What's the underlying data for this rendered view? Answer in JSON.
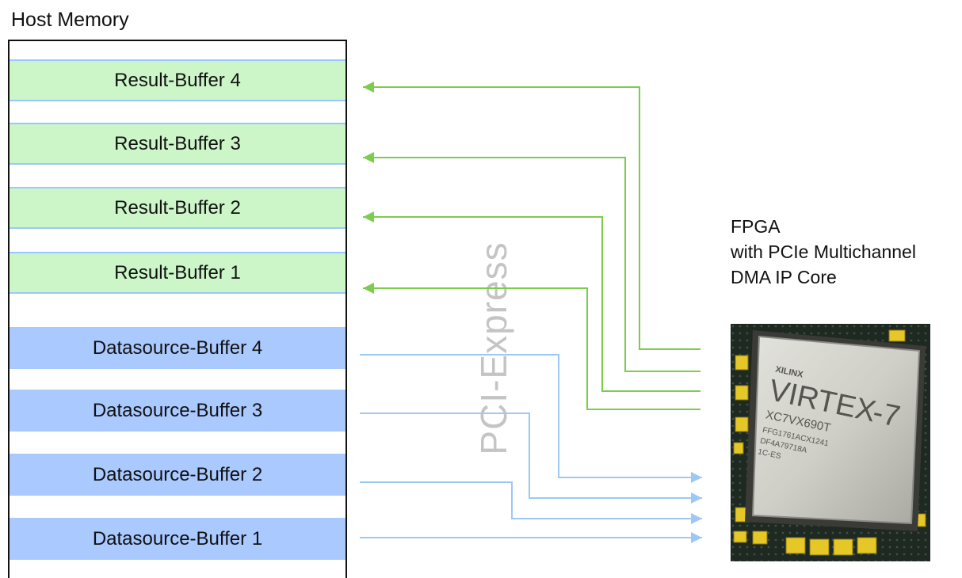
{
  "host_memory": {
    "title": "Host Memory",
    "result_buffers": [
      {
        "label": "Result-Buffer 4"
      },
      {
        "label": "Result-Buffer 3"
      },
      {
        "label": "Result-Buffer 2"
      },
      {
        "label": "Result-Buffer 1"
      }
    ],
    "datasource_buffers": [
      {
        "label": "Datasource-Buffer 4"
      },
      {
        "label": "Datasource-Buffer 3"
      },
      {
        "label": "Datasource-Buffer 2"
      },
      {
        "label": "Datasource-Buffer 1"
      }
    ]
  },
  "bus": {
    "label": "PCI-Express"
  },
  "fpga": {
    "lines": [
      "FPGA",
      "with PCIe Multichannel",
      "DMA IP Core"
    ],
    "chip_markings": {
      "brand": "XILINX",
      "family": "VIRTEX",
      "generation": "-7",
      "part": "XC7VX690T",
      "line1": "FFG1761ACX1241",
      "line2": "DF4A79718A",
      "line3": "1C-ES"
    }
  },
  "colors": {
    "result_fill": "#ccf6c8",
    "result_border": "#99c8ff",
    "datasource_fill": "#aac9ff",
    "result_arrow": "#7ccc4e",
    "datasource_arrow": "#9cc8f5",
    "bus_label": "#c4c4c4"
  }
}
